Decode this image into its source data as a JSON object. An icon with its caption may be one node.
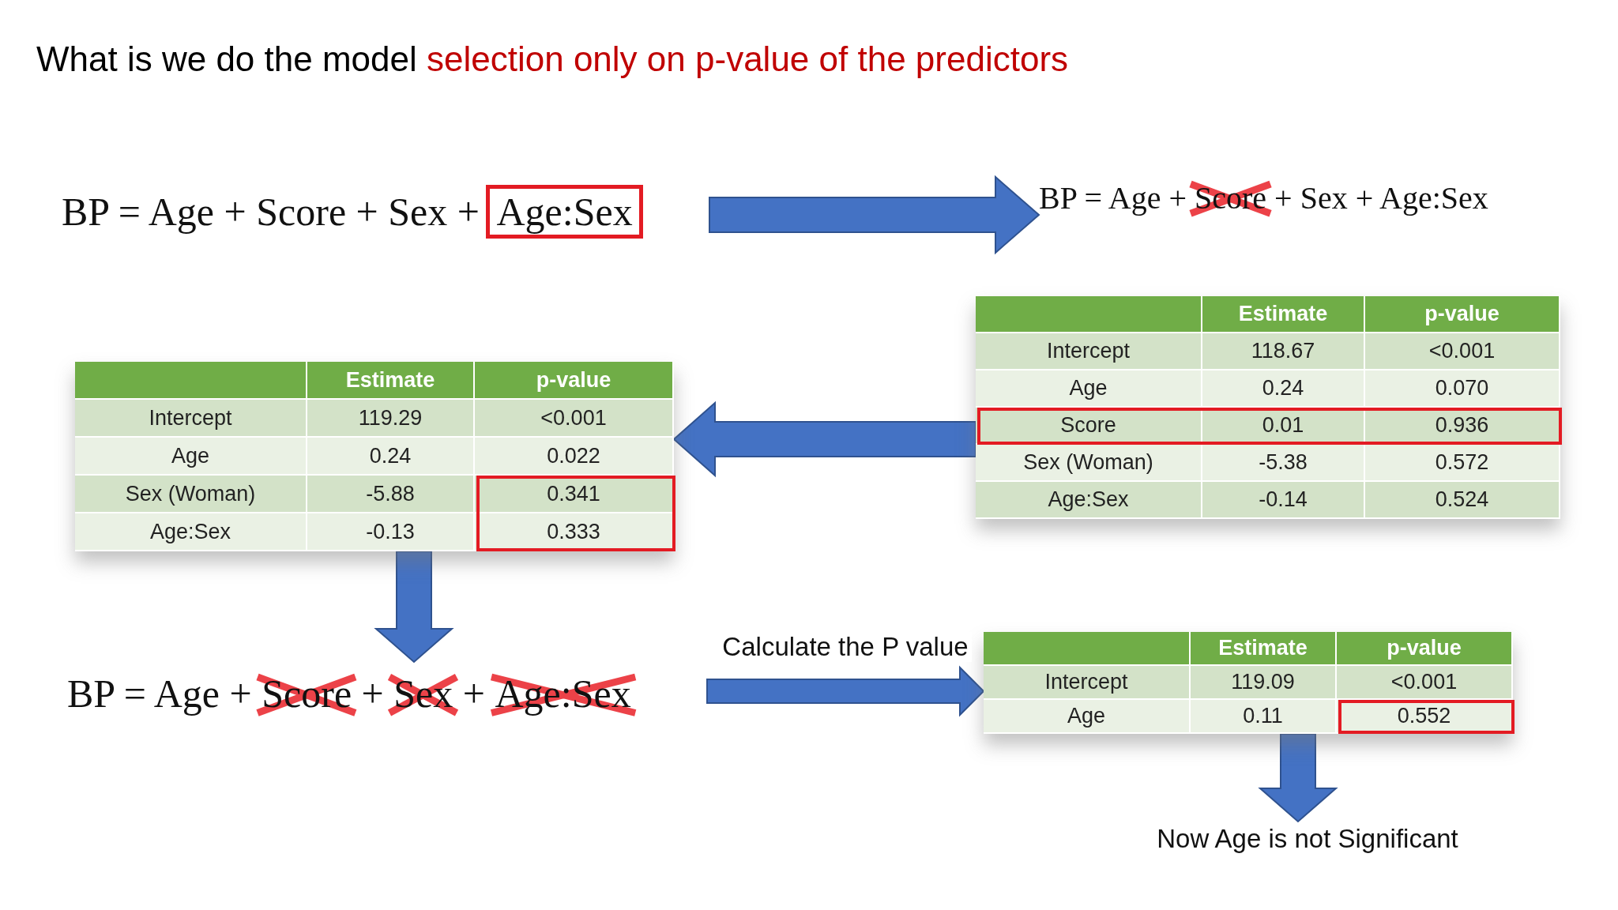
{
  "diagram": {
    "title": "What is we do the model **selection only on p-value of the predictors**",
    "nodes": [
      {
        "text": [
          "BP = Age + Score + Sex +",
          "Age:Sex"
        ]
      },
      {
        "text": [
          "BP = Age +",
          "Score",
          "+ Sex + Age:Sex"
        ]
      },
      {
        "text": [
          "Estimate",
          "p-value",
          "Intercept",
          "118.67",
          "<0.001",
          "Age",
          "0.24",
          "0.070",
          "Score",
          "0.01",
          "0.936",
          "Sex (Woman)",
          "-5.38",
          "0.572",
          "Age:Sex",
          "-0.14",
          "0.524"
        ]
      },
      {
        "text": [
          "Estimate",
          "p-value",
          "Intercept",
          "119.29",
          "<0.001",
          "Age",
          "0.24",
          "0.022",
          "Sex (Woman)",
          "-5.88",
          "0.341",
          "Age:Sex",
          "-0.13",
          "0.333"
        ]
      },
      {
        "text": [
          "BP = Age +",
          "Score",
          "+",
          "Sex",
          "+",
          "Age:Sex"
        ]
      },
      {
        "text": [
          "Estimate",
          "p-value",
          "Intercept",
          "119.09",
          "<0.001",
          "Age",
          "0.11",
          "0.552"
        ]
      },
      {
        "text": [
          "Now Age is not Significant"
        ]
      }
    ],
    "edges": [
      {
        "from": 0,
        "to": 1,
        "arrow": "to"
      },
      {
        "from": 2,
        "to": 3,
        "arrow": "to"
      },
      {
        "from": 3,
        "to": 4,
        "arrow": "to"
      },
      {
        "from": 4,
        "to": 5,
        "arrow": "to",
        "label": "Calculate the P value"
      },
      {
        "from": 5,
        "to": 6,
        "arrow": "to"
      }
    ]
  }
}
